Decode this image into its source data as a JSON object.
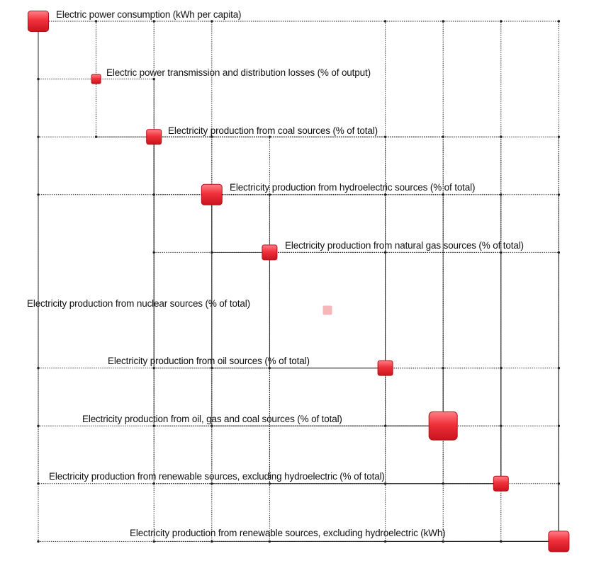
{
  "diagram": {
    "colors": {
      "node": "#e8252f",
      "node_light": "#f7b6b8",
      "link": "#222222",
      "text": "#111111"
    },
    "nodes": [
      {
        "id": "n0",
        "label": "Electric power consumption (kWh per capita)",
        "size_level": 3,
        "faded": false
      },
      {
        "id": "n1",
        "label": "Electric power transmission and distribution losses (% of output)",
        "size_level": 1,
        "faded": false
      },
      {
        "id": "n2",
        "label": "Electricity production from coal sources (% of total)",
        "size_level": 2,
        "faded": false
      },
      {
        "id": "n3",
        "label": "Electricity production from hydroelectric sources (% of total)",
        "size_level": 3,
        "faded": false
      },
      {
        "id": "n4",
        "label": "Electricity production from natural gas sources (% of total)",
        "size_level": 2,
        "faded": false
      },
      {
        "id": "n5",
        "label": "Electricity production from nuclear sources (% of total)",
        "size_level": 1,
        "faded": true
      },
      {
        "id": "n6",
        "label": "Electricity production from oil sources (% of total)",
        "size_level": 2,
        "faded": false
      },
      {
        "id": "n7",
        "label": "Electricity production from oil, gas and coal sources (% of total)",
        "size_level": 4,
        "faded": false
      },
      {
        "id": "n8",
        "label": "Electricity production from renewable sources, excluding hydroelectric (% of total)",
        "size_level": 2,
        "faded": false
      },
      {
        "id": "n9",
        "label": "Electricity production from renewable sources, excluding hydroelectric (kWh)",
        "size_level": 3,
        "faded": false
      }
    ],
    "links": [
      [
        "n0",
        "n1"
      ],
      [
        "n0",
        "n3"
      ],
      [
        "n0",
        "n8"
      ],
      [
        "n0",
        "n2"
      ],
      [
        "n0",
        "n6"
      ],
      [
        "n0",
        "n7"
      ],
      [
        "n0",
        "n9"
      ],
      [
        "n1",
        "n2"
      ],
      [
        "n2",
        "n4"
      ],
      [
        "n2",
        "n6"
      ],
      [
        "n2",
        "n3"
      ],
      [
        "n2",
        "n7"
      ],
      [
        "n2",
        "n8"
      ],
      [
        "n2",
        "n9"
      ],
      [
        "n3",
        "n4"
      ],
      [
        "n3",
        "n6"
      ],
      [
        "n3",
        "n7"
      ],
      [
        "n3",
        "n8"
      ],
      [
        "n3",
        "n9"
      ],
      [
        "n4",
        "n8"
      ],
      [
        "n4",
        "n6"
      ],
      [
        "n4",
        "n9"
      ],
      [
        "n6",
        "n7"
      ],
      [
        "n6",
        "n8"
      ],
      [
        "n6",
        "n9"
      ],
      [
        "n7",
        "n9"
      ],
      [
        "n7",
        "n8"
      ],
      [
        "n8",
        "n9"
      ]
    ]
  }
}
